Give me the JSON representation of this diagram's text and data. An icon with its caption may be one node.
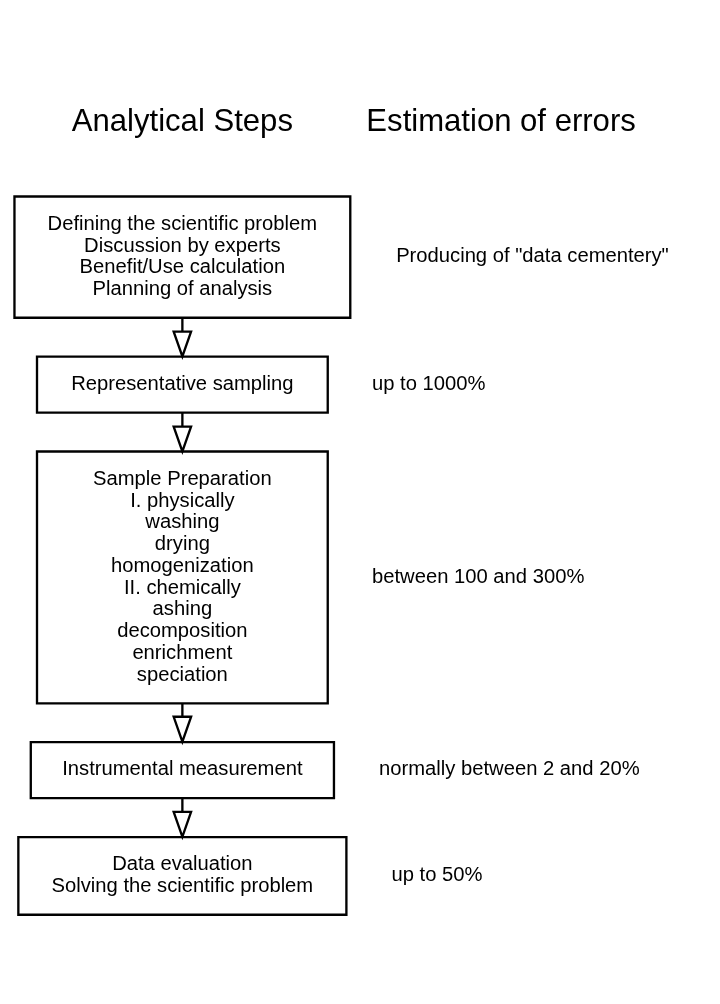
{
  "diagram": {
    "nodes": [
      {
        "text": [
          "Defining the scientific problem",
          "Discussion by experts",
          "Benefit/Use calculation",
          "Planning of analysis"
        ],
        "beside": [
          "Producing of \"data cementery\""
        ]
      },
      {
        "text": [
          "Representative sampling"
        ],
        "beside": [
          "up to 1000%"
        ]
      },
      {
        "text": [
          "Sample Preparation",
          "I. physically",
          "washing",
          "drying",
          "homogenization",
          "II. chemically",
          "ashing",
          "decomposition",
          "enrichment",
          "speciation"
        ],
        "beside": [
          "between 100 and 300%"
        ]
      },
      {
        "text": [
          "Instrumental measurement"
        ],
        "beside": [
          "normally between 2 and 20%"
        ]
      },
      {
        "text": [
          "Data evaluation",
          "Solving the scientific problem"
        ],
        "beside": [
          "up to 50%"
        ]
      }
    ],
    "edges": [
      {
        "from": 0,
        "to": 1,
        "arrow": "to"
      },
      {
        "from": 1,
        "to": 2,
        "arrow": "to"
      },
      {
        "from": 2,
        "to": 3,
        "arrow": "to"
      },
      {
        "from": 3,
        "to": 4,
        "arrow": "to"
      }
    ],
    "labels": [
      "Analytical Steps",
      "Estimation of errors"
    ]
  }
}
